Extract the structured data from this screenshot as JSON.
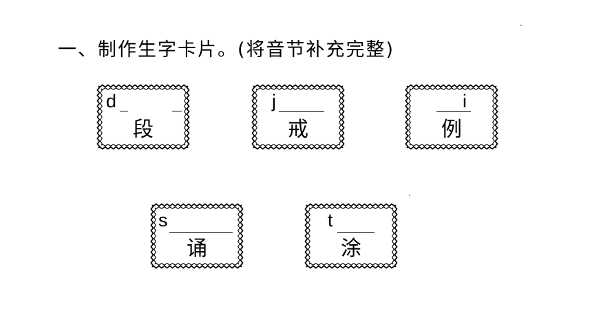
{
  "heading": "一、制作生字卡片。(将音节补充完整)",
  "cards": [
    {
      "initial": "d",
      "final": "",
      "char": "段"
    },
    {
      "initial": "j",
      "final": "",
      "char": "戒"
    },
    {
      "initial": "",
      "final": "i",
      "char": "例"
    },
    {
      "initial": "s",
      "final": "",
      "char": "诵"
    },
    {
      "initial": "t",
      "final": "",
      "char": "涂"
    }
  ]
}
